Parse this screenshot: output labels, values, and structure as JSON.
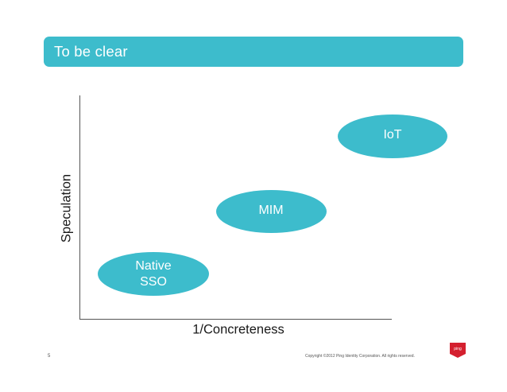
{
  "slide": {
    "title": "To be clear",
    "page_number": "5",
    "copyright": "Copyright ©2012 Ping Identity Corporation. All rights reserved.",
    "logo_text": "ping",
    "accent_color": "#3dbccc",
    "logo_color": "#d4202f"
  },
  "diagram": {
    "y_axis_label": "Speculation",
    "x_axis_label": "1/Concreteness",
    "bubbles": [
      {
        "line1": "Native",
        "line2": "SSO"
      },
      {
        "line1": "MIM"
      },
      {
        "line1": "IoT"
      }
    ]
  }
}
